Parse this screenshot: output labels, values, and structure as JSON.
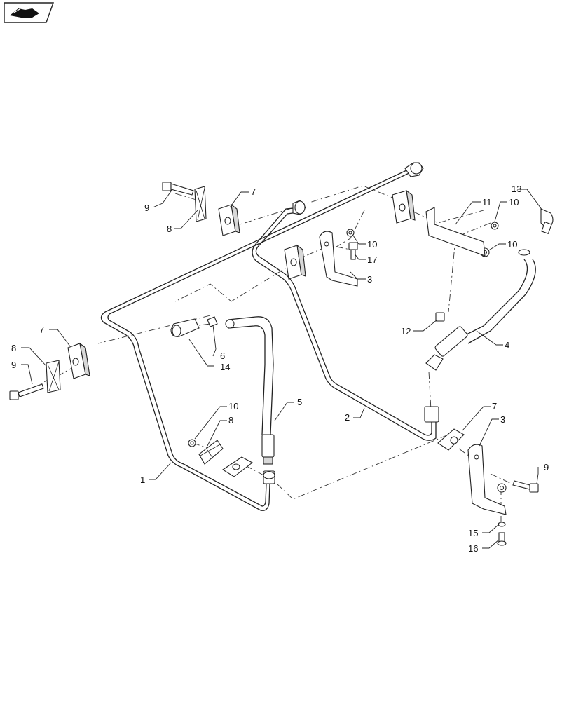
{
  "nav_icon": "page-arrow-icon",
  "callouts": {
    "c1": "1",
    "c2": "2",
    "c3a": "3",
    "c3b": "3",
    "c4": "4",
    "c5": "5",
    "c6": "6",
    "c7a": "7",
    "c7b": "7",
    "c7c": "7",
    "c8a": "8",
    "c8b": "8",
    "c8c": "8",
    "c9a": "9",
    "c9b": "9",
    "c9c": "9",
    "c10a": "10",
    "c10b": "10",
    "c10c": "10",
    "c10d": "10",
    "c11": "11",
    "c12": "12",
    "c13": "13",
    "c14": "14",
    "c15": "15",
    "c16": "16",
    "c17": "17"
  }
}
